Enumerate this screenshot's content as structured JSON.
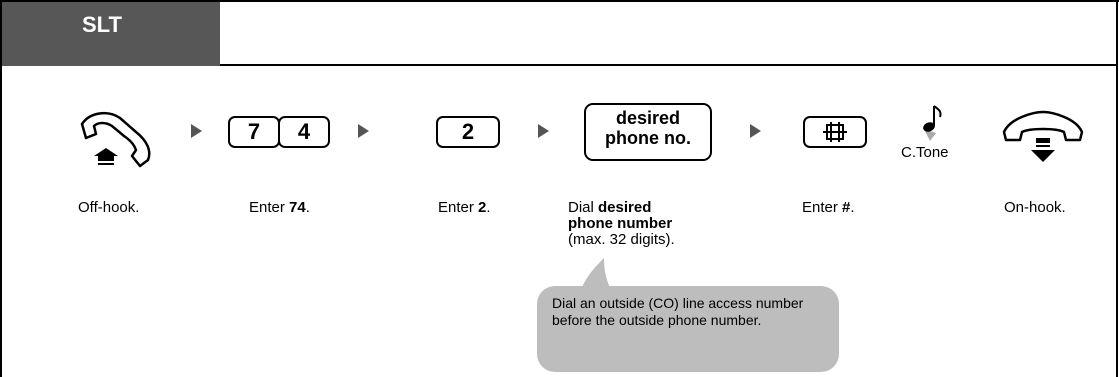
{
  "header": {
    "tab_label": "SLT"
  },
  "steps": [
    {
      "caption_pre": "Off-hook.",
      "caption_bold": "",
      "caption_post": ""
    },
    {
      "keys": [
        "7",
        "4"
      ],
      "caption_pre": "Enter ",
      "caption_bold": "74",
      "caption_post": "."
    },
    {
      "keys": [
        "2"
      ],
      "caption_pre": "Enter ",
      "caption_bold": "2",
      "caption_post": "."
    },
    {
      "key_text_line1": "desired",
      "key_text_line2": "phone no.",
      "caption_pre": "Dial ",
      "caption_bold_1": "desired",
      "caption_bold_2": "phone number",
      "caption_post": "(max. 32 digits)."
    },
    {
      "key_symbol": "⌑",
      "caption_pre": "Enter ",
      "caption_bold": "#",
      "caption_post": "."
    },
    {
      "tone_label": "C.Tone"
    },
    {
      "caption_pre": "On-hook.",
      "caption_bold": "",
      "caption_post": ""
    }
  ],
  "note": "Dial an outside (CO) line access number before the outside phone number."
}
